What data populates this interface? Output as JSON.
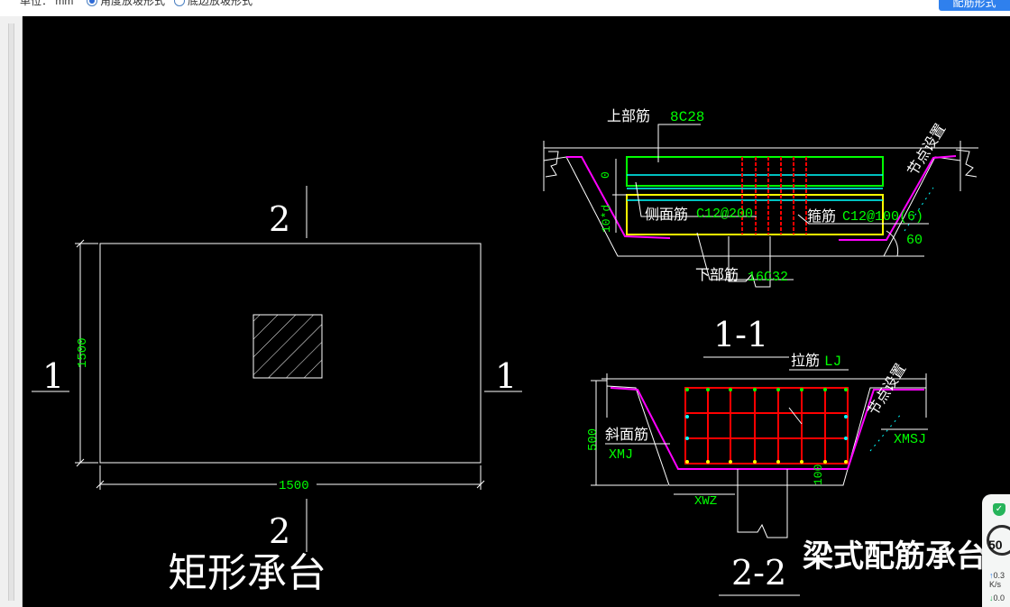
{
  "topbar": {
    "unit_label": "单位： mm",
    "radio_options": [
      "角度放坡形式",
      "底边放坡形式"
    ],
    "config_button": "配筋形式"
  },
  "drawing": {
    "left_detail": {
      "title": "矩形承台",
      "dim_width": "1500",
      "dim_height": "1500",
      "section_mark_1": "1",
      "section_mark_2": "2"
    },
    "section_1_1": {
      "title": "1-1",
      "top_rebar_label": "上部筋",
      "top_rebar_value": "8C28",
      "side_rebar_label": "侧面筋",
      "side_rebar_value": "C12@200",
      "stirrup_label": "箍筋",
      "stirrup_value": "C12@100(6)",
      "bottom_rebar_label": "下部筋",
      "bottom_rebar_value": "16C32",
      "node_label": "节点设置",
      "angle": "60",
      "dim_zero": "0",
      "dim_10d": "10*d"
    },
    "section_2_2": {
      "title": "2-2",
      "tie_label": "拉筋",
      "tie_value": "LJ",
      "slope_label": "斜面筋",
      "slope_value": "XMJ",
      "node_label": "节点设置",
      "xmsj": "XMSJ",
      "xwz": "XWZ",
      "dim_500": "500",
      "dim_100": "100"
    },
    "subtitle": "梁式配筋承台"
  },
  "widget": {
    "percent": "50",
    "speed1": "0.3",
    "unit1": "K/s",
    "speed2": "0.0"
  },
  "colors": {
    "background": "#000000",
    "line": "#ffffff",
    "green": "#00ff00",
    "cyan": "#00ffff",
    "red": "#ff0000",
    "yellow": "#ffff00",
    "magenta": "#ff00ff",
    "accent_button": "#2f80ed"
  }
}
